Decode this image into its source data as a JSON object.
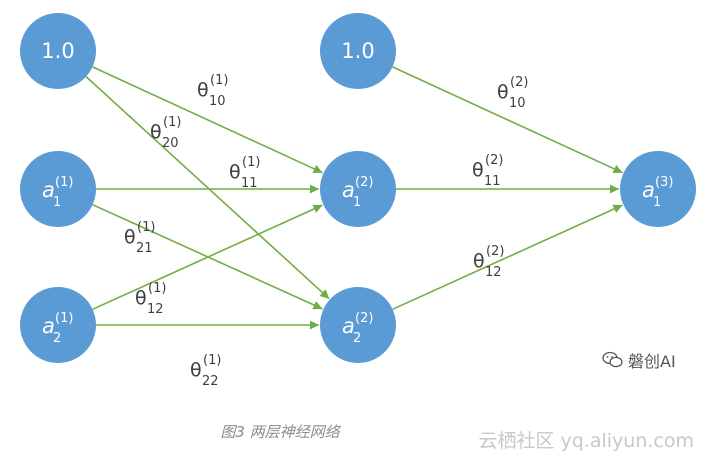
{
  "diagram": {
    "nodes": [
      {
        "id": "bias1",
        "label": "1.0"
      },
      {
        "id": "a1_1",
        "label": "a",
        "sub": "1",
        "sup": "(1)"
      },
      {
        "id": "a2_1",
        "label": "a",
        "sub": "2",
        "sup": "(1)"
      },
      {
        "id": "bias2",
        "label": "1.0"
      },
      {
        "id": "a1_2",
        "label": "a",
        "sub": "1",
        "sup": "(2)"
      },
      {
        "id": "a2_2",
        "label": "a",
        "sub": "2",
        "sup": "(2)"
      },
      {
        "id": "a1_3",
        "label": "a",
        "sub": "1",
        "sup": "(3)"
      }
    ],
    "edges": [
      {
        "from": "bias1",
        "to": "a1_2"
      },
      {
        "from": "bias1",
        "to": "a2_2"
      },
      {
        "from": "a1_1",
        "to": "a1_2"
      },
      {
        "from": "a1_1",
        "to": "a2_2"
      },
      {
        "from": "a2_1",
        "to": "a1_2"
      },
      {
        "from": "a2_1",
        "to": "a2_2"
      },
      {
        "from": "bias2",
        "to": "a1_3"
      },
      {
        "from": "a1_2",
        "to": "a1_3"
      },
      {
        "from": "a2_2",
        "to": "a1_3"
      }
    ],
    "weights": [
      {
        "main": "θ",
        "sub": "10",
        "sup": "(1)"
      },
      {
        "main": "θ",
        "sub": "20",
        "sup": "(1)"
      },
      {
        "main": "θ",
        "sub": "11",
        "sup": "(1)"
      },
      {
        "main": "θ",
        "sub": "21",
        "sup": "(1)"
      },
      {
        "main": "θ",
        "sub": "12",
        "sup": "(1)"
      },
      {
        "main": "θ",
        "sub": "22",
        "sup": "(1)"
      },
      {
        "main": "θ",
        "sub": "10",
        "sup": "(2)"
      },
      {
        "main": "θ",
        "sub": "11",
        "sup": "(2)"
      },
      {
        "main": "θ",
        "sub": "12",
        "sup": "(2)"
      }
    ]
  },
  "caption": "图3 两层神经网络",
  "brand": "磐创AI",
  "watermark": "云栖社区 yq.aliyun.com",
  "colors": {
    "node": "#5b9bd5",
    "edge": "#70ad47",
    "weight_text": "#404040"
  }
}
